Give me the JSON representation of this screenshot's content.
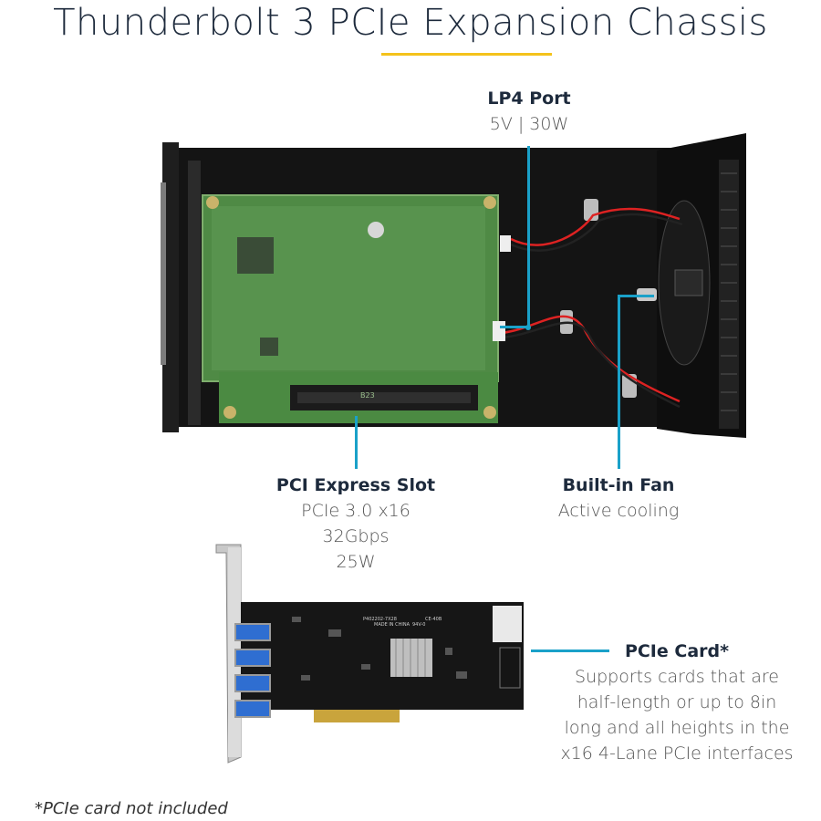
{
  "title": "Thunderbolt 3 PCIe Expansion Chassis",
  "accent_color": "#f4c21b",
  "callout_color": "#1aa1c9",
  "callouts": {
    "lp4": {
      "title": "LP4 Port",
      "lines": [
        "5V | 30W"
      ]
    },
    "pci_slot": {
      "title": "PCI Express Slot",
      "lines": [
        "PCIe 3.0 x16",
        "32Gbps",
        "25W"
      ]
    },
    "fan": {
      "title": "Built-in Fan",
      "lines": [
        "Active cooling"
      ]
    },
    "pcie_card": {
      "title": "PCIe Card*",
      "lines": [
        "Supports cards that are",
        "half-length or up to 8in",
        "long and all heights in the",
        "x16 4-Lane PCIe interfaces"
      ]
    }
  },
  "board_labels": {
    "chassis_board_mark": "B23",
    "card_mark_1": "P402202-7X28",
    "card_mark_2": "CE-40B",
    "card_mark_3": "94V-0",
    "card_mark_4": "MADE IN CHINA"
  },
  "footnote": "*PCIe card not included"
}
